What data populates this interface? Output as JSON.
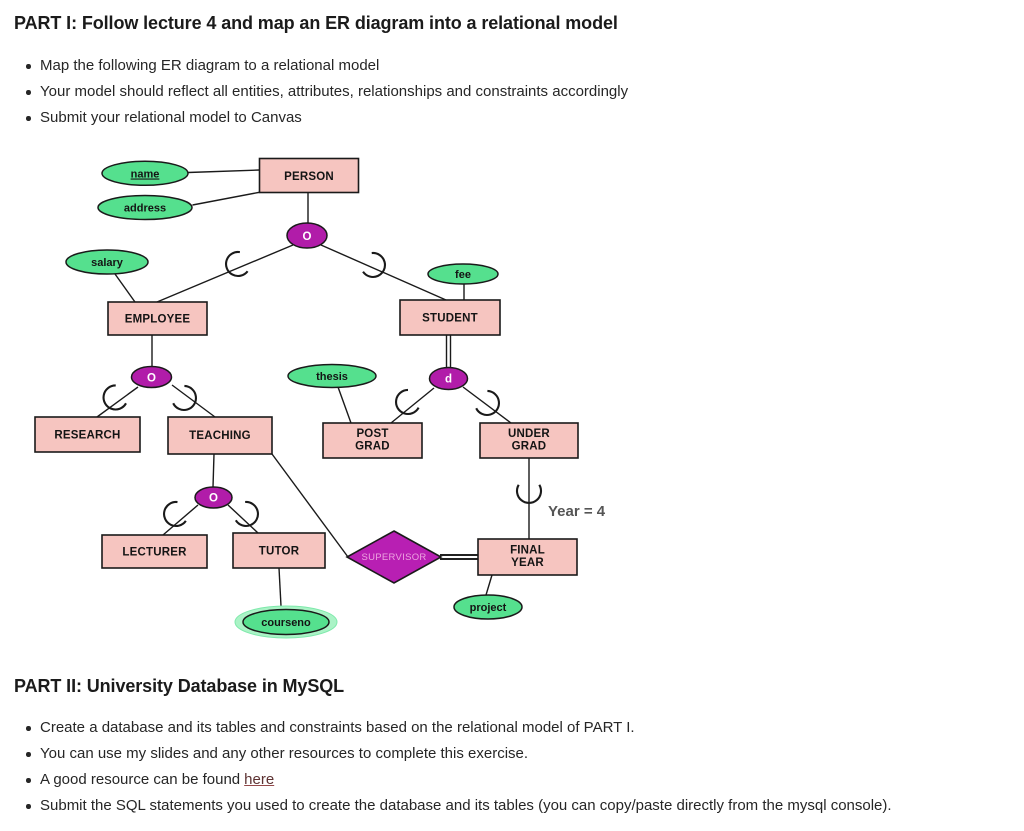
{
  "part1": {
    "heading": "PART I: Follow lecture 4 and map an ER diagram into a relational model",
    "bullets": [
      "Map the following ER diagram to a relational model",
      "Your model should reflect all entities, attributes, relationships and constraints accordingly",
      "Submit your relational model to Canvas"
    ]
  },
  "part2": {
    "heading": "PART II: University Database in MySQL",
    "bullets": [
      "Create a database and its tables and constraints based on the relational model of PART I.",
      "You can use my slides and any other resources to complete this exercise.",
      "A good resource can be found",
      "Submit the SQL statements you used to create the database and its tables (you can copy/paste directly from the mysql console)."
    ],
    "link_label": "here"
  },
  "diagram": {
    "entities": [
      {
        "label": "PERSON"
      },
      {
        "label": "EMPLOYEE"
      },
      {
        "label": "STUDENT"
      },
      {
        "label": "RESEARCH"
      },
      {
        "label": "TEACHING"
      },
      {
        "label1": "POST",
        "label2": "GRAD"
      },
      {
        "label1": "UNDER",
        "label2": "GRAD"
      },
      {
        "label": "LECTURER"
      },
      {
        "label": "TUTOR"
      },
      {
        "label1": "FINAL",
        "label2": "YEAR"
      }
    ],
    "attributes": [
      {
        "label": "name",
        "key": true
      },
      {
        "label": "address"
      },
      {
        "label": "salary"
      },
      {
        "label": "fee"
      },
      {
        "label": "thesis"
      },
      {
        "label": "courseno",
        "multivalued": true
      },
      {
        "label": "project"
      }
    ],
    "circles": [
      {
        "label": "O"
      },
      {
        "label": "O"
      },
      {
        "label": "d"
      },
      {
        "label": "O"
      }
    ],
    "relationship": {
      "label": "SUPERVISOR"
    },
    "annotation": {
      "label": "Year = 4"
    },
    "colors": {
      "entity_fill": "#f6c5c0",
      "attribute_fill": "#55e08e",
      "circle_fill": "#b11ca9",
      "diamond_fill": "#b81fb3",
      "annotation_text": "#555555",
      "link_color": "#5d3232"
    }
  }
}
